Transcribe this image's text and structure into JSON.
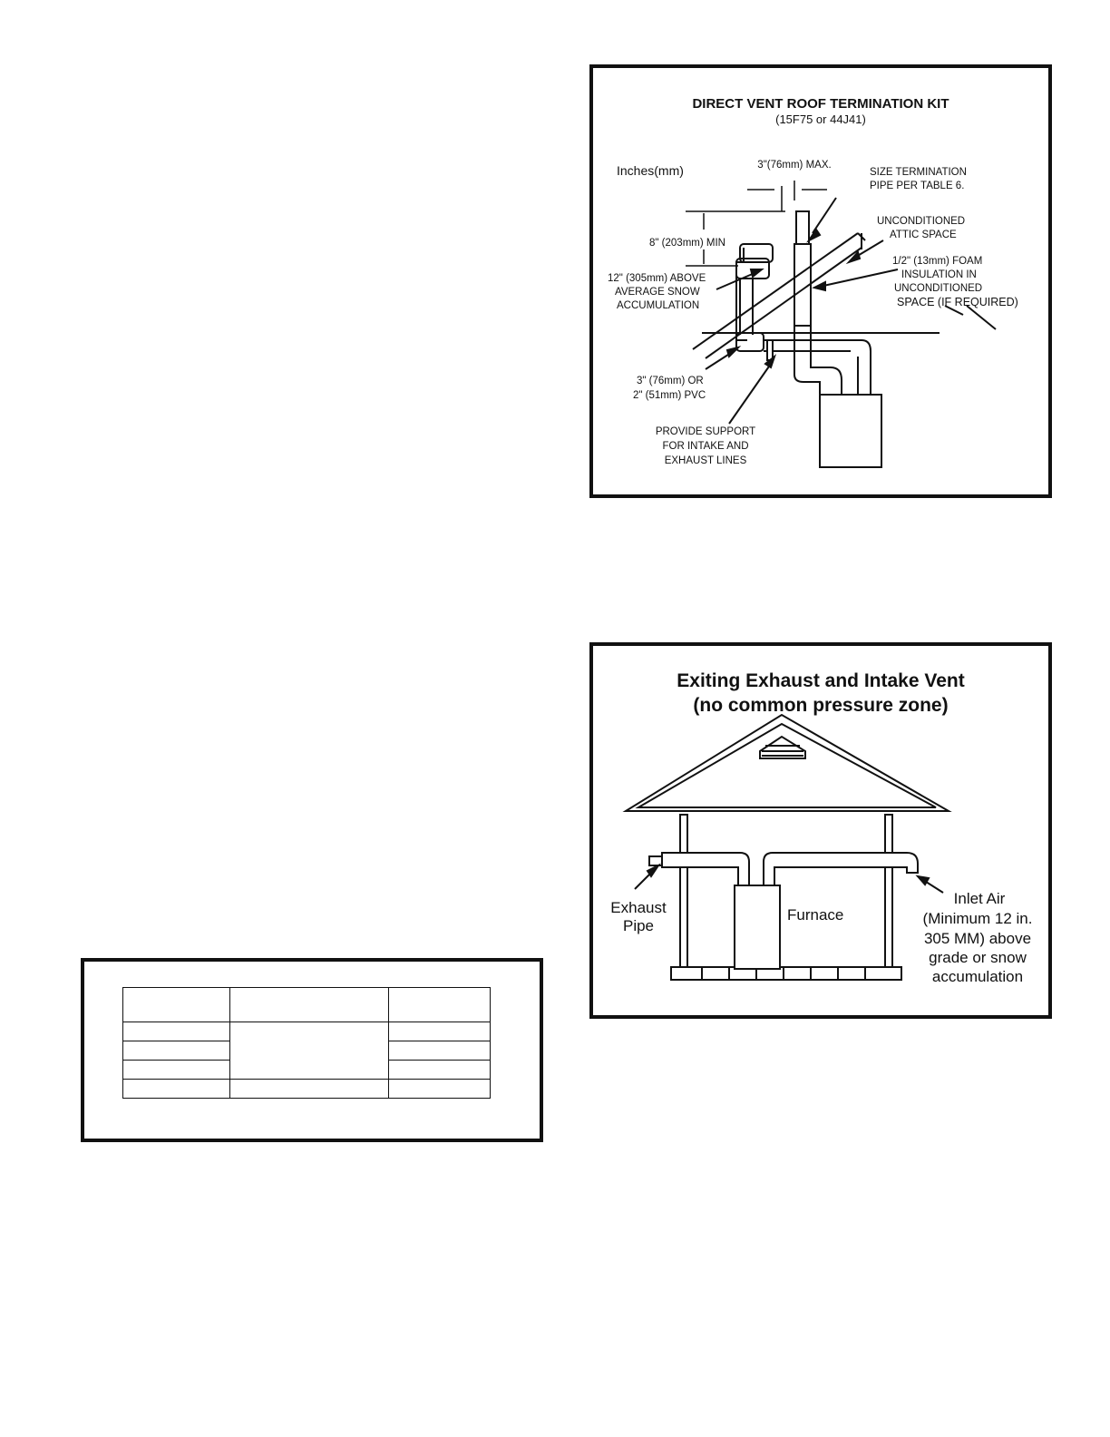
{
  "figure1": {
    "title": "DIRECT VENT ROOF TERMINATION KIT",
    "subtitle": "(15F75 or 44J41)",
    "units": "Inches(mm)",
    "max_spacing": "3\"(76mm) MAX.",
    "size_termination": [
      "SIZE TERMINATION",
      "PIPE PER TABLE 6."
    ],
    "unconditioned_attic": [
      "UNCONDITIONED",
      "ATTIC SPACE"
    ],
    "min_height": "8\" (203mm) MIN",
    "foam_insulation": [
      "1/2\" (13mm) FOAM",
      "INSULATION IN",
      "UNCONDITIONED",
      "SPACE (IF REQUIRED)"
    ],
    "above_snow": [
      "12\" (305mm) ABOVE",
      "AVERAGE SNOW",
      "ACCUMULATION"
    ],
    "pipe_size": [
      "3\" (76mm) OR",
      "2\" (51mm) PVC"
    ],
    "support": [
      "PROVIDE SUPPORT",
      "FOR INTAKE AND",
      "EXHAUST LINES"
    ]
  },
  "figure2": {
    "title": "Exiting Exhaust and Intake Vent",
    "subtitle": "(no common pressure zone)",
    "exhaust": [
      "Exhaust",
      "Pipe"
    ],
    "furnace": "Furnace",
    "inlet": [
      "Inlet Air",
      "(Minimum 12 in.",
      "305 MM) above",
      "grade or snow",
      "accumulation"
    ]
  },
  "colors": {
    "ink": "#111111",
    "paper": "#ffffff"
  }
}
